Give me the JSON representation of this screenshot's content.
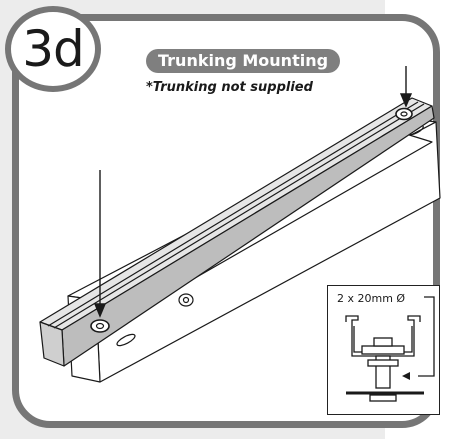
{
  "step": {
    "number": "3d"
  },
  "title": "Trunking Mounting",
  "note": "*Trunking not supplied",
  "detail": {
    "fixing_label": "2 x 20mm Ø"
  },
  "colors": {
    "frame": "#767676",
    "pill": "#7f7f7f",
    "background": "#ececec",
    "line": "#1a1a1a",
    "trunking_light": "#e6e6e6",
    "trunking_dark": "#bdbdbd"
  }
}
